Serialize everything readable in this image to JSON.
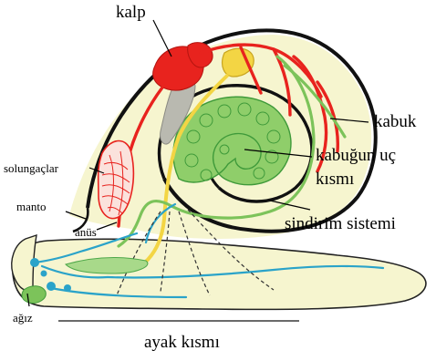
{
  "labels": {
    "heart": "kalp",
    "gills": "solungaçlar",
    "mantle": "manto",
    "anus": "anüs",
    "mouth": "ağız",
    "foot": "ayak kısmı",
    "shell": "kabuk",
    "shell_tip": "kabuğun uç kısmı",
    "digestive": "sindirim sistemi"
  },
  "colors": {
    "body_fill": "#f6f5cf",
    "outline": "#111111",
    "heart": "#e8231e",
    "vessels_red": "#e8231e",
    "gills": "#e8231e",
    "digestive": "#8fce6a",
    "digestive_dark": "#3f9a3a",
    "gonad": "#f3d544",
    "nerve_blue": "#2aa3c9",
    "gray_organ": "#b9b9b0",
    "pointer": "#000000"
  }
}
